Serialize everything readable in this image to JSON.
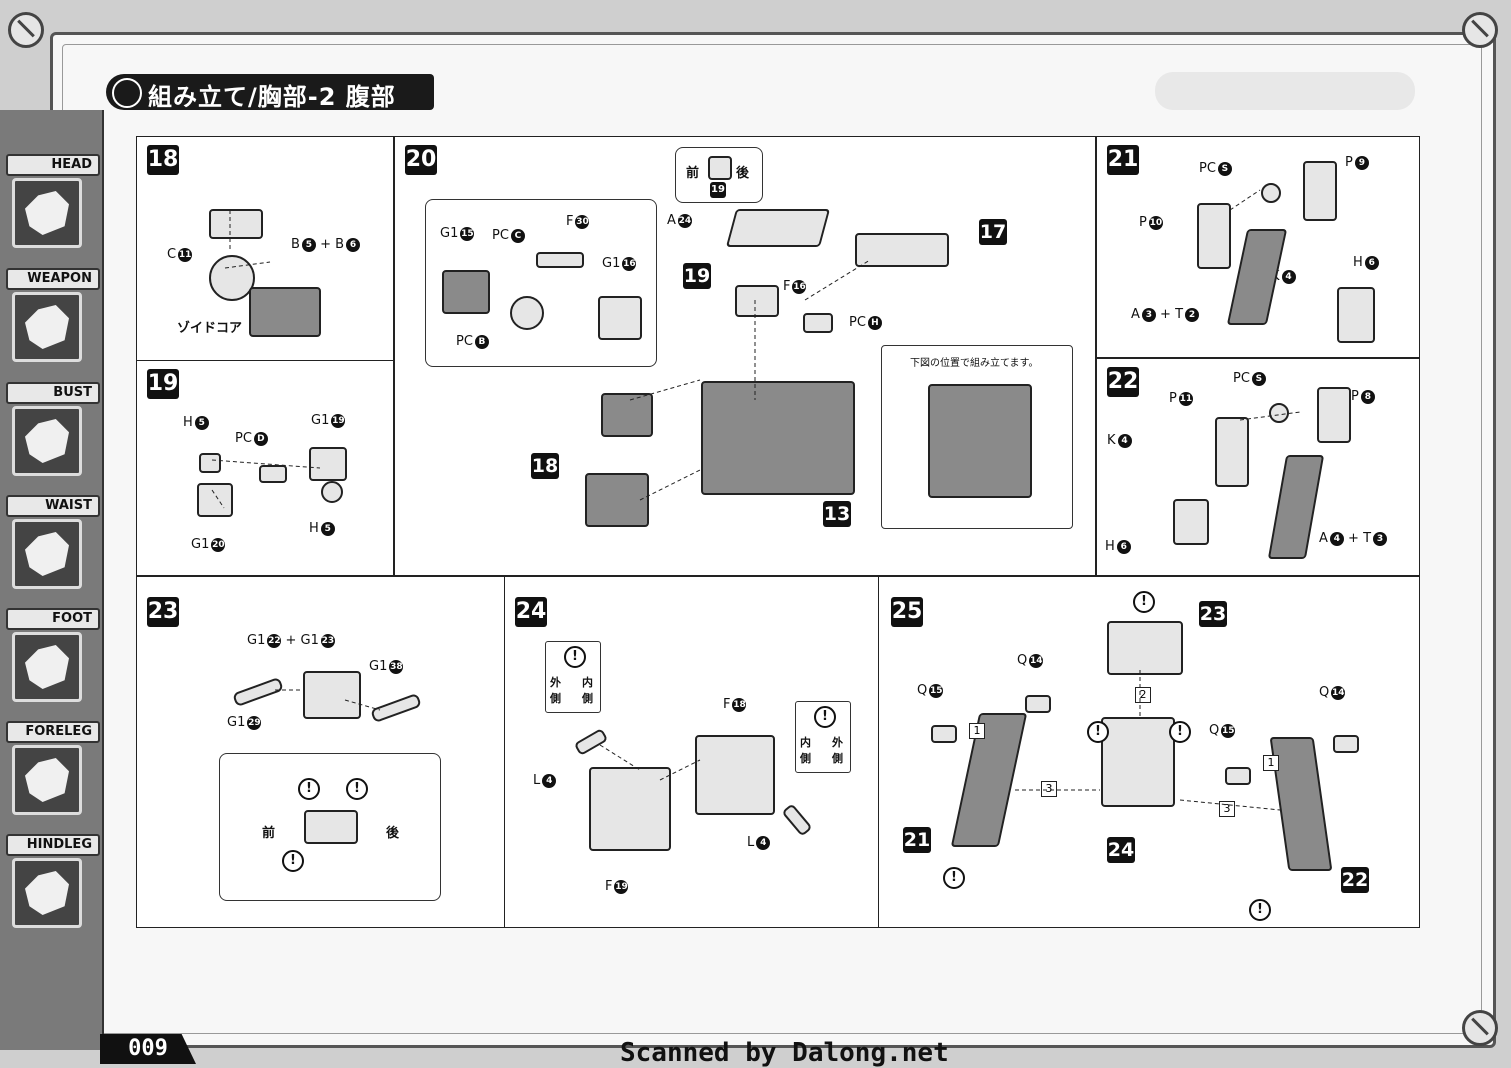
{
  "header": {
    "title": "組み立て/胸部-2 腹部"
  },
  "sidebar": {
    "tabs": [
      {
        "label": "HEAD",
        "icon": "head-icon"
      },
      {
        "label": "WEAPON",
        "icon": "weapon-icon"
      },
      {
        "label": "BUST",
        "icon": "bust-icon"
      },
      {
        "label": "WAIST",
        "icon": "waist-icon"
      },
      {
        "label": "FOOT",
        "icon": "foot-icon"
      },
      {
        "label": "FORELEG",
        "icon": "foreleg-icon"
      },
      {
        "label": "HINDLEG",
        "icon": "hindleg-icon"
      }
    ]
  },
  "steps": {
    "s18": {
      "num": "18",
      "labels": [
        "C",
        "B",
        "+ B",
        "ゾイドコア"
      ],
      "nums": [
        "11",
        "5",
        "6"
      ]
    },
    "s19": {
      "num": "19",
      "labels": [
        "H",
        "PC",
        "G1",
        "G1",
        "H"
      ],
      "nums": [
        "5",
        "D",
        "19",
        "20",
        "5"
      ]
    },
    "s20": {
      "num": "20",
      "labels": [
        "G1",
        "PC",
        "F",
        "G1",
        "PC",
        "A",
        "F",
        "PC",
        "前",
        "後",
        "下図の位置で組み立てます。"
      ],
      "nums": [
        "15",
        "C",
        "30",
        "16",
        "B",
        "24",
        "16",
        "H",
        "19"
      ],
      "refs": [
        "19",
        "17",
        "18",
        "13"
      ]
    },
    "s21": {
      "num": "21",
      "labels": [
        "PC",
        "P",
        "P",
        "K",
        "H",
        "A",
        "+ T"
      ],
      "nums": [
        "S",
        "9",
        "10",
        "4",
        "6",
        "3",
        "2"
      ]
    },
    "s22": {
      "num": "22",
      "labels": [
        "PC",
        "P",
        "P",
        "K",
        "H",
        "A",
        "+ T"
      ],
      "nums": [
        "S",
        "11",
        "8",
        "4",
        "6",
        "4",
        "3"
      ]
    },
    "s23": {
      "num": "23",
      "labels": [
        "G1",
        "+ G1",
        "G1",
        "G1",
        "前",
        "後"
      ],
      "nums": [
        "22",
        "23",
        "38",
        "29"
      ]
    },
    "s24": {
      "num": "24",
      "labels": [
        "F",
        "L",
        "L",
        "F",
        "外側",
        "内側",
        "内側",
        "外側"
      ],
      "nums": [
        "18",
        "4",
        "4",
        "19"
      ]
    },
    "s25": {
      "num": "25",
      "labels": [
        "Q",
        "Q",
        "Q",
        "Q"
      ],
      "nums": [
        "14",
        "15",
        "14",
        "15"
      ],
      "refs": [
        "23",
        "21",
        "24",
        "22"
      ],
      "seq": [
        "1",
        "2",
        "3",
        "1",
        "3"
      ]
    }
  },
  "footer": {
    "page": "009",
    "credit": "Scanned by Dalong.net"
  }
}
